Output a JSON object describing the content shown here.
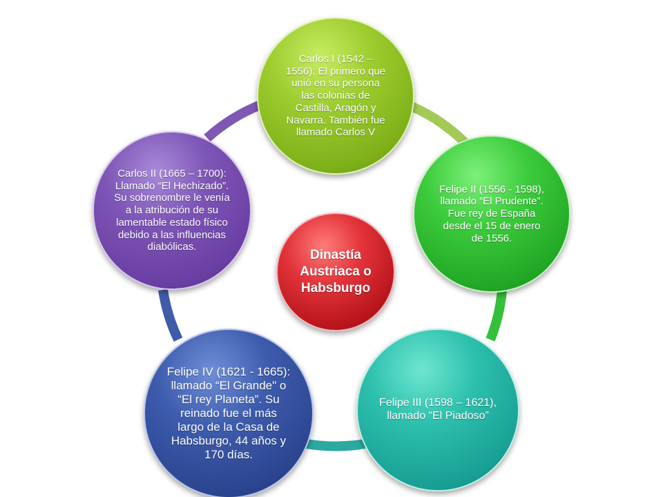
{
  "diagram": {
    "center": {
      "text": "Dinastía Austriaca o Habsburgo",
      "color": "#c8202a"
    },
    "nodes": [
      {
        "id": "carlos-i",
        "text": "Carlos I (1542 – 1556): El primero que unió en su persona las colonias de Castilla, Aragón y Navarra. También fue llamado Carlos V",
        "color": "#8ec21f"
      },
      {
        "id": "felipe-ii",
        "text": "Felipe II (1556 - 1598), llamado “El Prudente”. Fue rey de España desde el 15 de enero de 1556.",
        "color": "#2bb52f"
      },
      {
        "id": "felipe-iii",
        "text": "Felipe III (1598 – 1621), llamado “El Piadoso”",
        "color": "#1fae9e"
      },
      {
        "id": "felipe-iv",
        "text": "Felipe IV (1621 - 1665): llamado “El Grande\" o “El rey Planeta”. Su reinado fue el más largo de la Casa de Habsburgo, 44 años y 170 días.",
        "color": "#34519f"
      },
      {
        "id": "carlos-ii",
        "text": "Carlos II (1665 – 1700): Llamado “El Hechizado”. Su sobrenombre le venía a la atribución de su lamentable estado físico debido a las influencias diabólicas.",
        "color": "#7147ac"
      }
    ],
    "ring_colors": [
      "#a3c957",
      "#34c03a",
      "#2aa9a0",
      "#3f5ca8",
      "#7e58b3"
    ]
  }
}
